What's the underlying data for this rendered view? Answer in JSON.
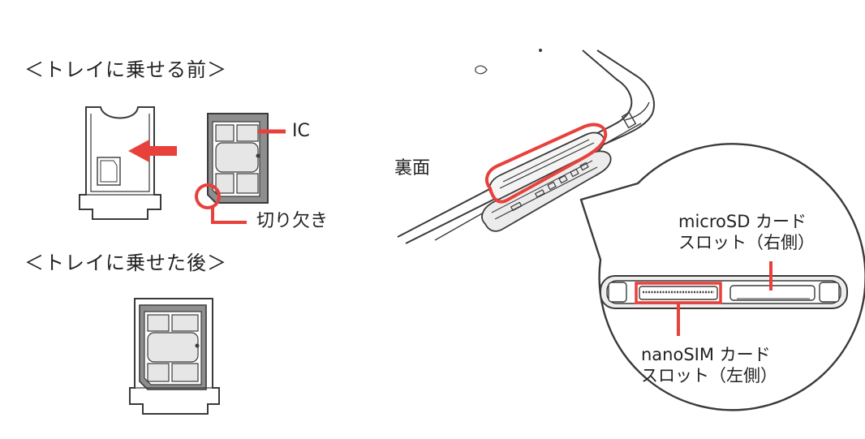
{
  "headings": {
    "before_tray": "＜トレイに乗せる前＞",
    "after_tray": "＜トレイに乗せた後＞"
  },
  "labels": {
    "ic": "IC",
    "notch": "切り欠き",
    "back_side": "裏面",
    "microsd_slot": "microSD カード\nスロット（右側）",
    "nanosim_slot": "nanoSIM カード\nスロット（左側）"
  },
  "colors": {
    "accent": "#e8413c",
    "line": "#3a3a3a",
    "sim_gray": "#8e8e8e",
    "sim_light": "#cfcfcf"
  },
  "icons": [
    "arrow-left-icon",
    "notch-circle-icon",
    "highlight-rectangle-icon"
  ]
}
